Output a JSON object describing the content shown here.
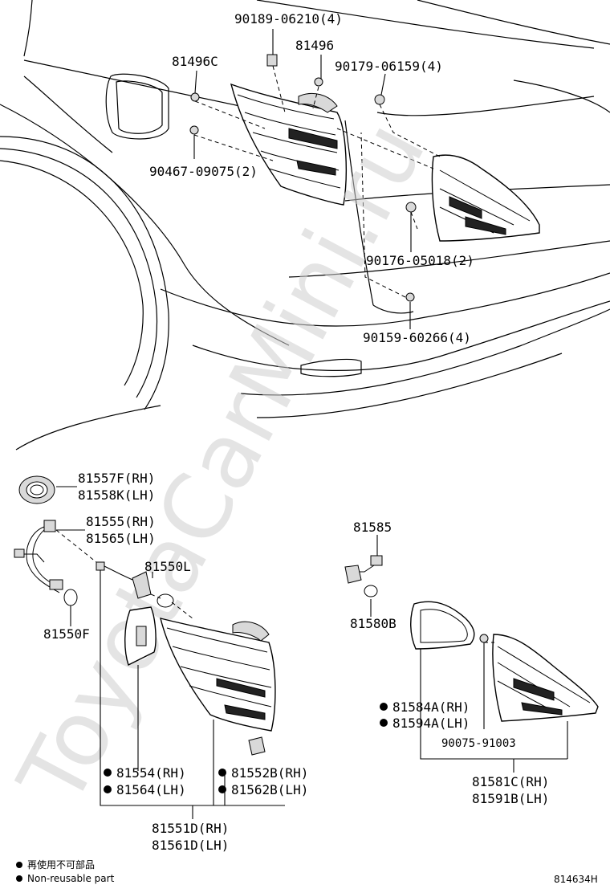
{
  "watermark": "ToyotaCarMini.ru",
  "parts": {
    "p90189": "90189-06210(4)",
    "p81496": "81496",
    "p81496c": "81496C",
    "p90179": "90179-06159(4)",
    "p90467": "90467-09075(2)",
    "p90176": "90176-05018(2)",
    "p90159": "90159-60266(4)",
    "p81557f": "81557F(RH)",
    "p81558k": "81558K(LH)",
    "p81555": "81555(RH)",
    "p81565": "81565(LH)",
    "p81550l": "81550L",
    "p81550f": "81550F",
    "p81585": "81585",
    "p81580b": "81580B",
    "p81584a": "81584A(RH)",
    "p81594a": "81594A(LH)",
    "p90075": "90075-91003",
    "p81554": "81554(RH)",
    "p81564": "81564(LH)",
    "p81552b": "81552B(RH)",
    "p81562b": "81562B(LH)",
    "p81581c": "81581C(RH)",
    "p81591b": "81591B(LH)",
    "p81551d": "81551D(RH)",
    "p81561d": "81561D(LH)"
  },
  "legend": {
    "line1": "再使用不可部品",
    "line2": "Non-reusable part"
  },
  "diagram_id": "814634H"
}
